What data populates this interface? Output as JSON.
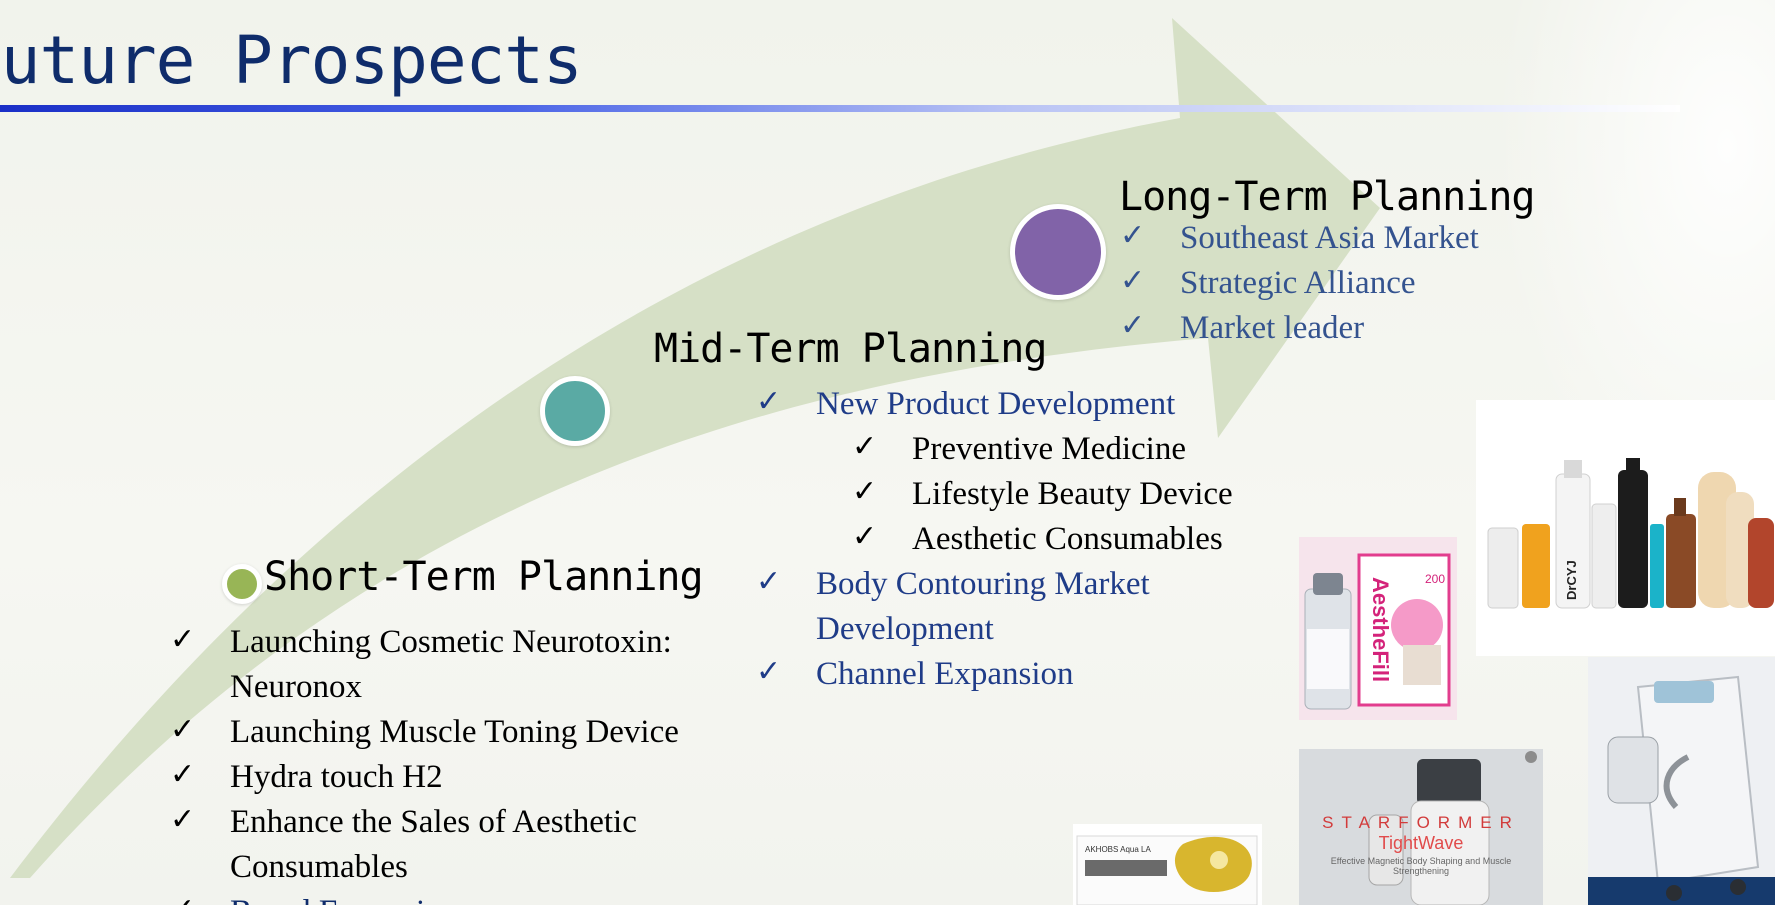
{
  "slide": {
    "title": "Future Prospects",
    "colors": {
      "title": "#0f2c6b",
      "arrow": "#d6e0c6",
      "dot_short": "#98b556",
      "dot_mid": "#5aaaa4",
      "dot_long": "#8163a8"
    }
  },
  "short_term": {
    "heading": "Short-Term Planning",
    "items": [
      "Launching Cosmetic Neurotoxin: Neuronox",
      "Launching Muscle Toning Device",
      "Hydra touch H2",
      "Enhance the Sales of Aesthetic Consumables",
      "Brand Expansion"
    ]
  },
  "mid_term": {
    "heading": "Mid-Term Planning",
    "items": [
      {
        "label": "New Product Development",
        "sub": [
          "Preventive Medicine",
          "Lifestyle Beauty Device",
          "Aesthetic Consumables"
        ]
      },
      {
        "label": "Body Contouring Market Development"
      },
      {
        "label": "Channel Expansion"
      }
    ]
  },
  "long_term": {
    "heading": "Long-Term Planning",
    "items": [
      "Southeast Asia Market",
      "Strategic Alliance",
      "Market leader"
    ]
  },
  "images": {
    "aesthefill": {
      "brand": "AestheFill",
      "dose": "200"
    },
    "drcyj": {
      "brand": "DrCYJ"
    },
    "starformer": {
      "brand": "STARFORMER",
      "sub": "TightWave",
      "tagline": "Effective Magnetic Body Shaping and Muscle Strengthening"
    },
    "box": {
      "brand": "AKHOBS Aqua LA"
    }
  },
  "icons": {
    "check": "check-icon"
  }
}
